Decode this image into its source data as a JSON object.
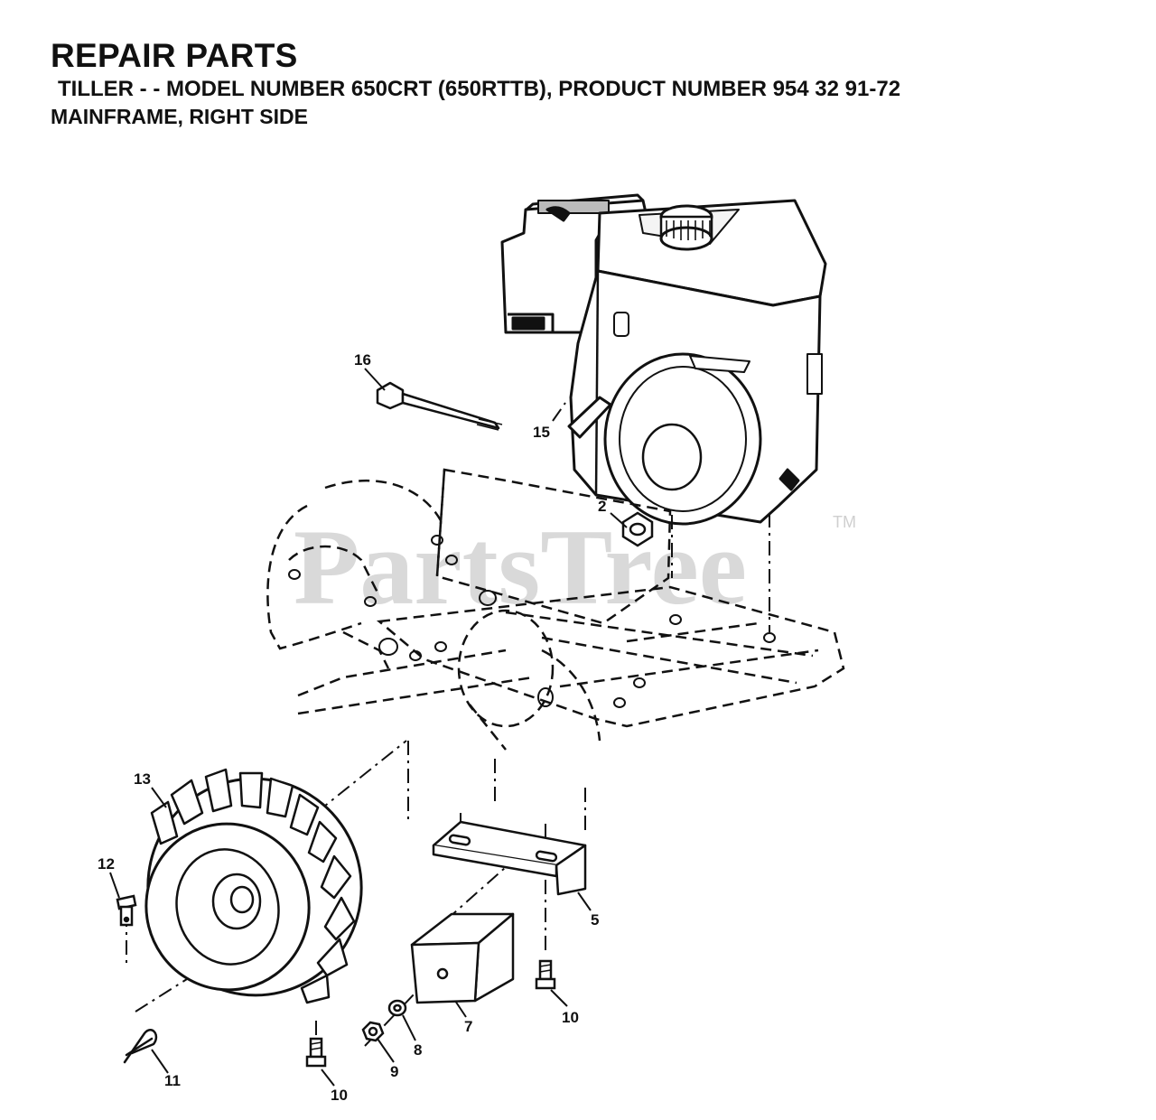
{
  "header": {
    "title": "REPAIR PARTS",
    "subtitle": "TILLER - - MODEL NUMBER 650CRT (650RTTB), PRODUCT NUMBER 954 32 91-72",
    "section": "MAINFRAME, RIGHT SIDE"
  },
  "watermark": {
    "text": "PartsTree",
    "tm": "TM"
  },
  "callouts": {
    "c16": "16",
    "c15": "15",
    "c2": "2",
    "c13": "13",
    "c12": "12",
    "c5": "5",
    "c10a": "10",
    "c7": "7",
    "c8": "8",
    "c9": "9",
    "c11": "11",
    "c10b": "10"
  }
}
